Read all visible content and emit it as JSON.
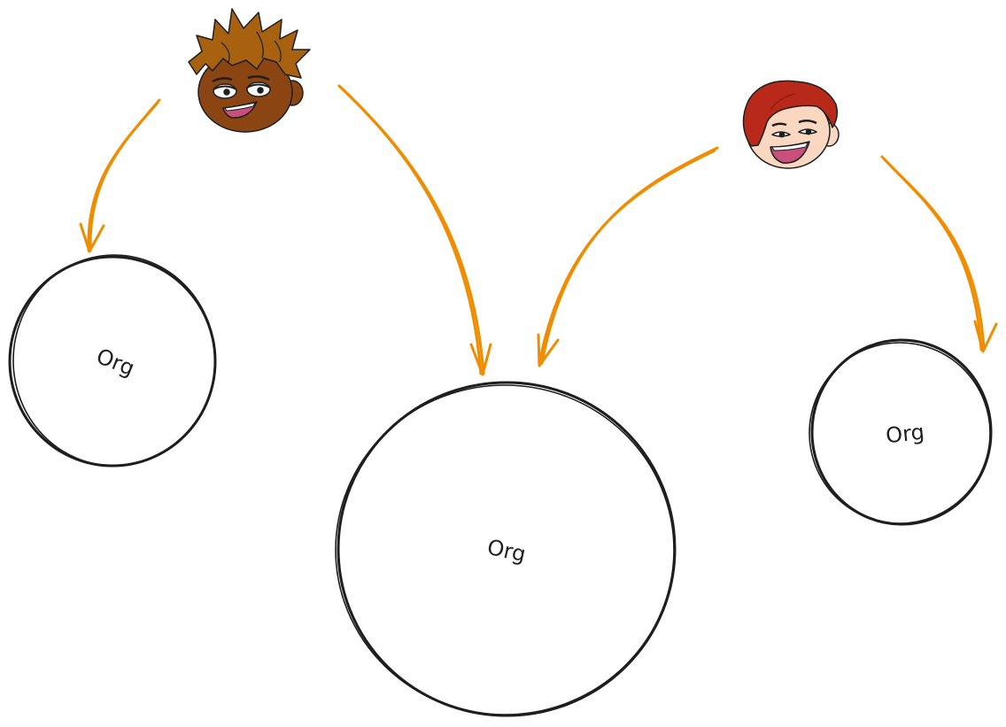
{
  "diagram": {
    "people": [
      {
        "name": "person-left",
        "hair_color": "#a8620f",
        "skin_color": "#8b4513"
      },
      {
        "name": "person-right",
        "hair_color": "#b8291a",
        "skin_color": "#fad7c0"
      }
    ],
    "orgs": [
      {
        "label": "Org"
      },
      {
        "label": "Org"
      },
      {
        "label": "Org"
      }
    ],
    "colors": {
      "arrow": "#f08c00",
      "stroke": "#1e1e1e"
    }
  }
}
